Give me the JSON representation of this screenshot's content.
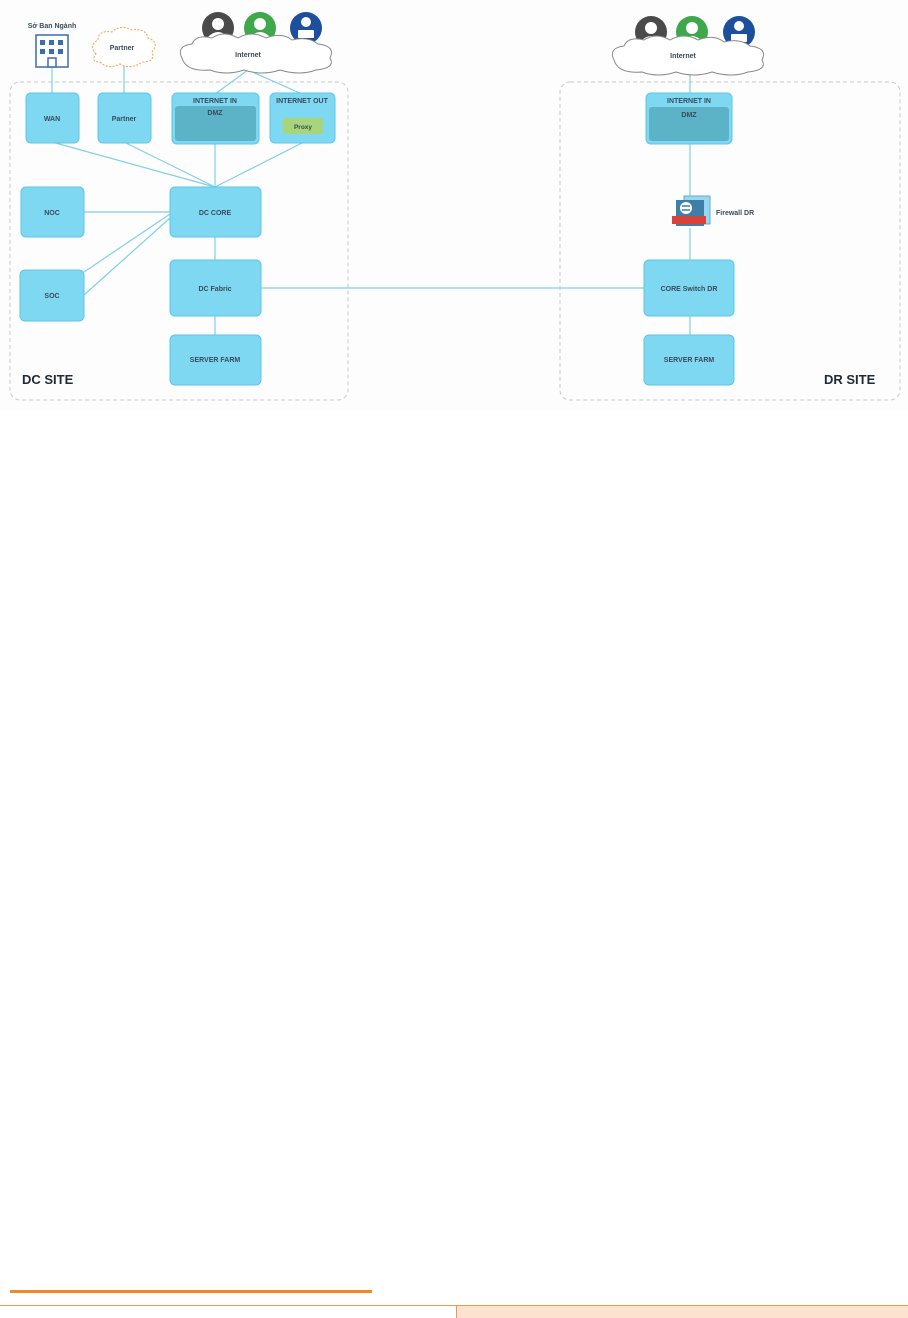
{
  "dc_site": {
    "label": "DC SITE",
    "internet_cloud": "Internet",
    "partner_cloud": "Partner",
    "building_label": "Sở Ban Ngành",
    "wan": "WAN",
    "partner": "Partner",
    "internet_in": "INTERNET IN",
    "dmz": "DMZ",
    "internet_out": "INTERNET OUT",
    "proxy": "Proxy",
    "noc": "NOC",
    "soc": "SOC",
    "dc_core": "DC CORE",
    "dc_fabric": "DC Fabric",
    "server_farm": "SERVER FARM"
  },
  "dr_site": {
    "label": "DR SITE",
    "internet_cloud": "Internet",
    "internet_in": "INTERNET IN",
    "dmz": "DMZ",
    "firewall": "Firewall DR",
    "core_switch": "CORE Switch DR",
    "server_farm": "SERVER FARM"
  },
  "colors": {
    "node_fill": "#7fd8f2",
    "node_stroke": "#5cc6e6",
    "dmz_fill": "#5cb3c7",
    "proxy_fill": "#a8d57a",
    "link": "#7fd0ea",
    "user_gray": "#4a4a4a",
    "user_green": "#3ea84a",
    "user_blue": "#1d4f9c"
  }
}
